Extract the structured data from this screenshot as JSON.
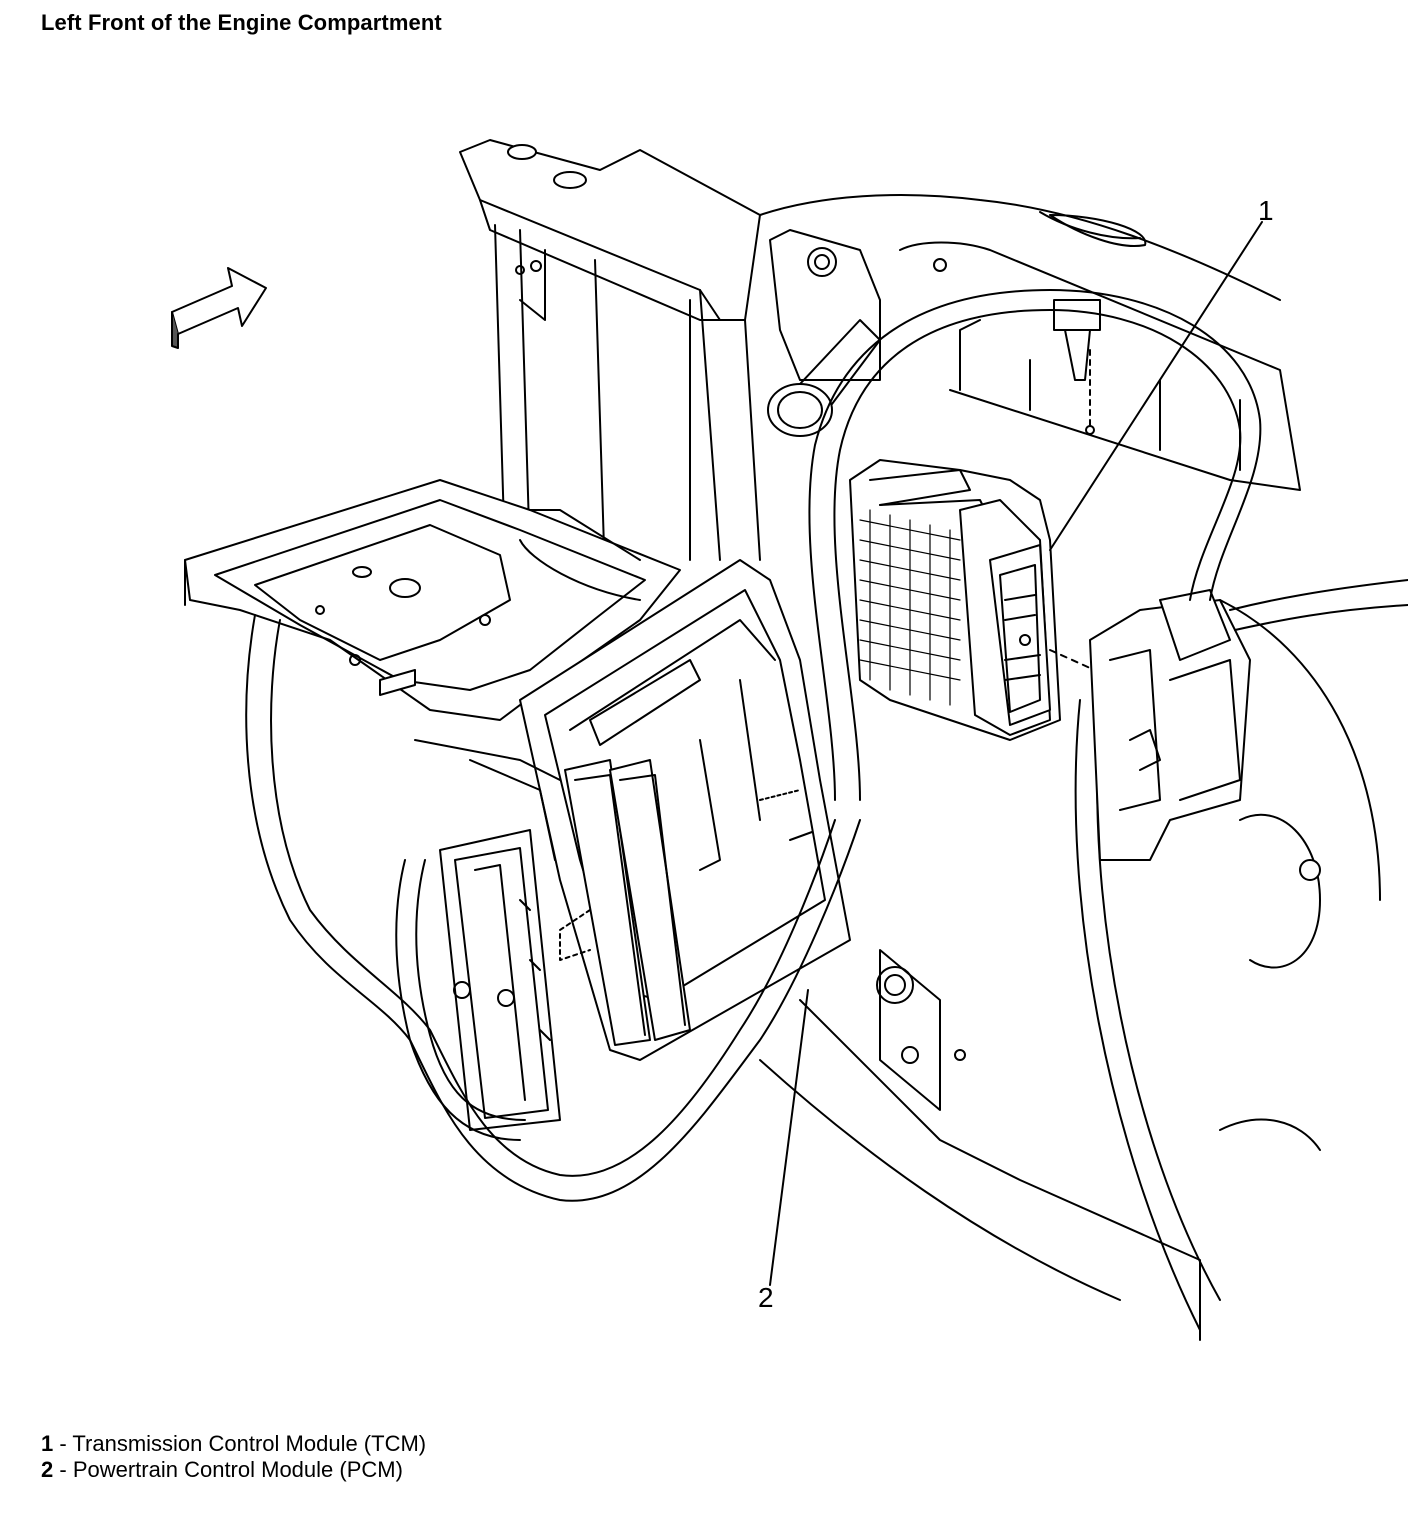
{
  "figure": {
    "title": "Left Front of the Engine Compartment"
  },
  "callouts": [
    {
      "number": "1"
    },
    {
      "number": "2"
    }
  ],
  "legend": [
    {
      "number": "1",
      "separator": " - ",
      "text": "Transmission Control Module (TCM)"
    },
    {
      "number": "2",
      "separator": " - ",
      "text": "Powertrain Control Module (PCM)"
    }
  ],
  "icons": {
    "direction_arrow": "forward-arrow-icon"
  }
}
